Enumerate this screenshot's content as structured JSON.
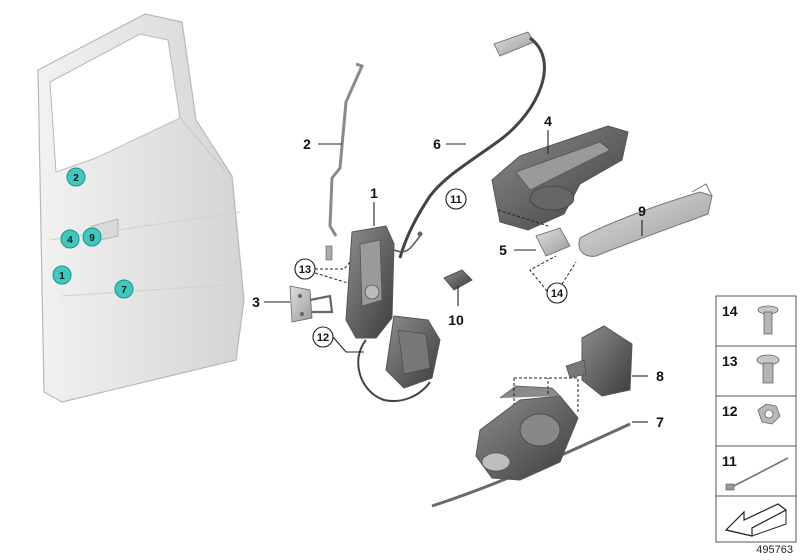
{
  "diagram": {
    "callouts": {
      "c1": "1",
      "c2": "2",
      "c3": "3",
      "c4": "4",
      "c5": "5",
      "c6": "6",
      "c7": "7",
      "c8": "8",
      "c9": "9",
      "c10": "10",
      "c11": "11",
      "c12": "12",
      "c13": "13",
      "c14": "14"
    },
    "door_markers": {
      "m1": "1",
      "m2": "2",
      "m4": "4",
      "m7": "7",
      "m9": "9"
    },
    "legend": {
      "l14": "14",
      "l13": "13",
      "l12": "12",
      "l11": "11"
    },
    "reference_number": "495763",
    "colors": {
      "marker_fill": "#3ec9c0",
      "part_dark": "#4a4a4a",
      "part_mid": "#8a8a8a",
      "part_light": "#c4c4c4",
      "door_fill": "#e6e6e6"
    },
    "icons": [
      "door-shell-icon",
      "bolt-icon",
      "hex-nut-icon",
      "cable-tie-icon",
      "arrow-icon"
    ]
  }
}
